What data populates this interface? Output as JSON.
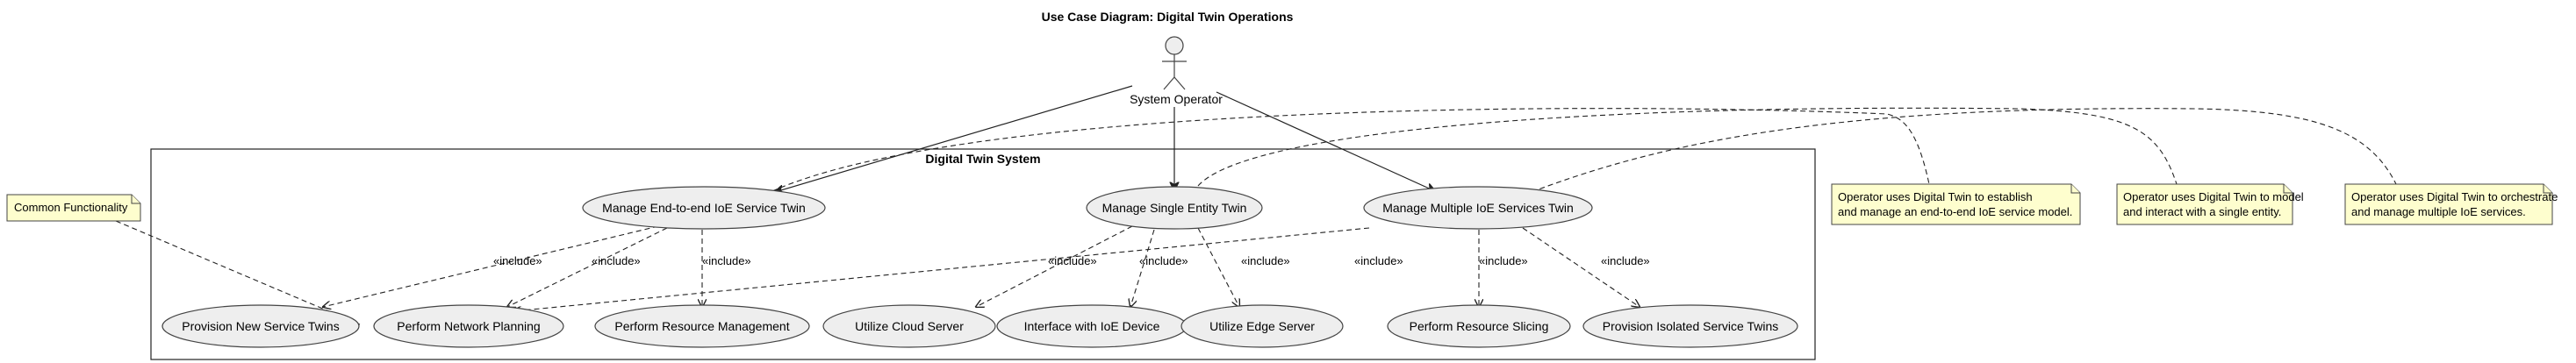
{
  "title": "Use Case Diagram: Digital Twin Operations",
  "actor": {
    "name": "System Operator"
  },
  "system": {
    "name": "Digital Twin System"
  },
  "use_cases": {
    "e2e": "Manage End-to-end IoE Service Twin",
    "single": "Manage Single Entity Twin",
    "multi": "Manage Multiple IoE Services Twin",
    "provision_new": "Provision New Service Twins",
    "network_planning": "Perform Network Planning",
    "resource_mgmt": "Perform Resource Management",
    "cloud": "Utilize Cloud Server",
    "ioe_device": "Interface with IoE Device",
    "edge": "Utilize Edge Server",
    "slicing": "Perform Resource Slicing",
    "isolated": "Provision Isolated Service Twins"
  },
  "include_label": "«include»",
  "notes": {
    "common": "Common Functionality",
    "e2e_line1": "Operator uses Digital Twin to establish",
    "e2e_line2": "and manage an end-to-end IoE service model.",
    "single_line1": "Operator uses Digital Twin to model",
    "single_line2": "and interact with a single entity.",
    "multi_line1": "Operator uses Digital Twin to orchestrate",
    "multi_line2": "and manage multiple IoE services."
  }
}
